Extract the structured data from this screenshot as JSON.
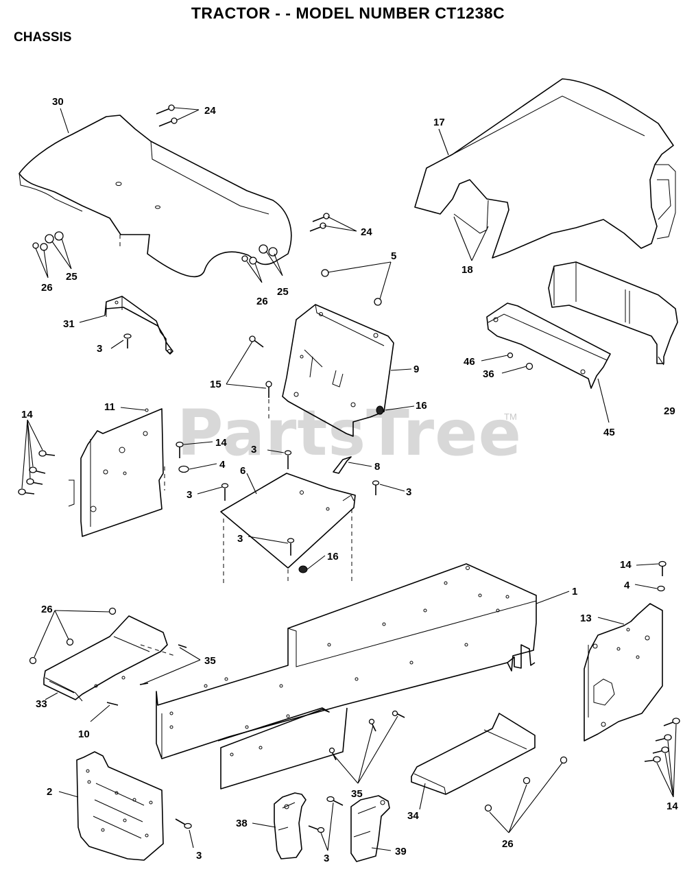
{
  "header": {
    "title": "TRACTOR - - MODEL NUMBER CT1238C",
    "section": "CHASSIS"
  },
  "watermark": {
    "text": "PartsTree",
    "trademark": "TM"
  },
  "callouts": {
    "c30": "30",
    "c24a": "24",
    "c24b": "24",
    "c17": "17",
    "c18": "18",
    "c26a": "26",
    "c25a": "25",
    "c26b": "26",
    "c25b": "25",
    "c5": "5",
    "c31": "31",
    "c3a": "3",
    "c15": "15",
    "c9": "9",
    "c46": "46",
    "c36": "36",
    "c29": "29",
    "c45": "45",
    "c16a": "16",
    "c11": "11",
    "c14a": "14",
    "c14b": "14",
    "c3b": "3",
    "c4a": "4",
    "c8": "8",
    "c6": "6",
    "c3c": "3",
    "c3d": "3",
    "c3e": "3",
    "c16b": "16",
    "c14c": "14",
    "c4b": "4",
    "c1": "1",
    "c13": "13",
    "c26c": "26",
    "c35a": "35",
    "c33": "33",
    "c10": "10",
    "c2": "2",
    "c35b": "35",
    "c38": "38",
    "c3f": "3",
    "c39": "39",
    "c34": "34",
    "c26d": "26",
    "c14d": "14",
    "c3g": "3"
  }
}
